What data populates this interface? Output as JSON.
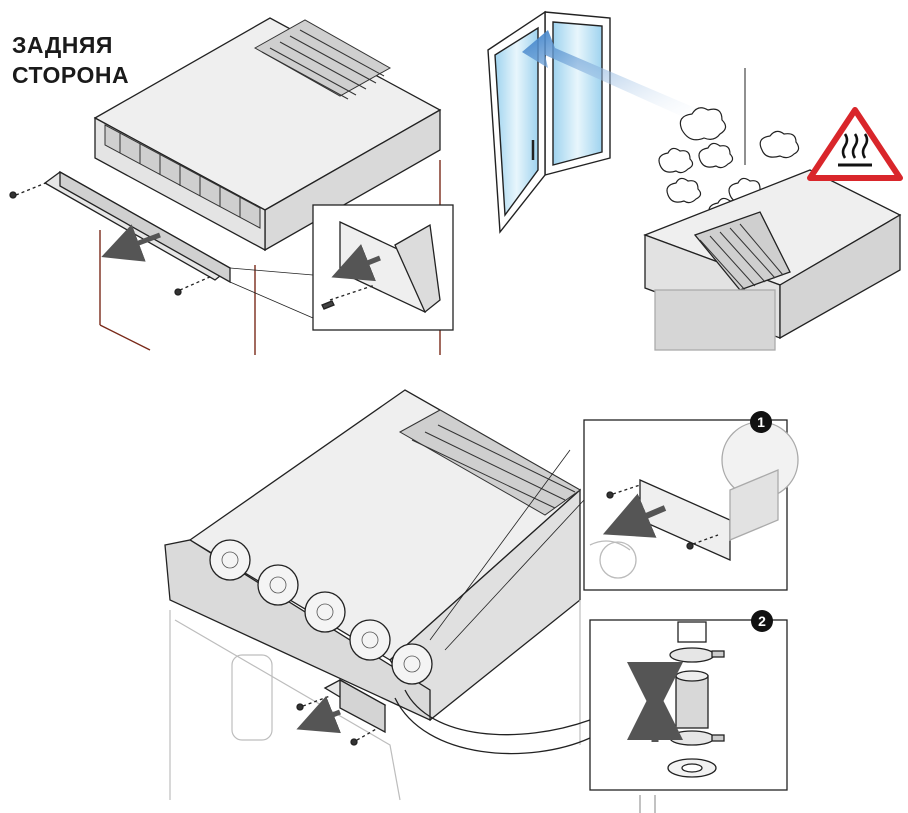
{
  "labels": {
    "rear_side_line1": "ЗАДНЯЯ",
    "rear_side_line2": "СТОРОНА"
  },
  "steps": {
    "step1": "1",
    "step2": "2"
  },
  "icons": {
    "hot_surface": "hot-surface-warning-icon"
  },
  "colors": {
    "warning_red": "#d9262b",
    "airflow_blue": "#4a8fd4",
    "line": "#222222",
    "panel_fill": "#ececec",
    "glass_blue": "#bfe3f5"
  }
}
